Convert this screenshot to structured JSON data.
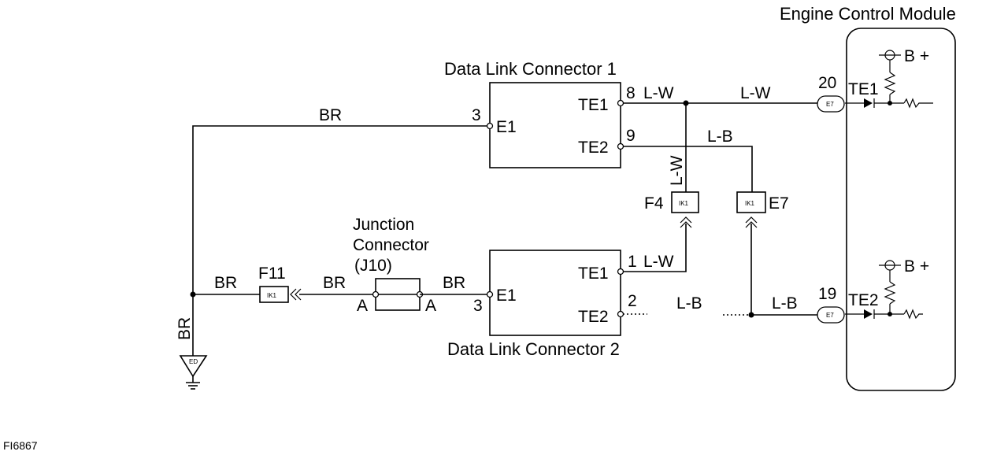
{
  "title_ecm": "Engine Control Module",
  "dlc1": {
    "title": "Data Link Connector 1",
    "e1": "E1",
    "te1": "TE1",
    "te2": "TE2",
    "pin_e1": "3",
    "pin_te1": "8",
    "pin_te2": "9"
  },
  "dlc2": {
    "title": "Data Link Connector 2",
    "e1": "E1",
    "te1": "TE1",
    "te2": "TE2",
    "pin_e1": "3",
    "pin_te1": "1",
    "pin_te2": "2"
  },
  "junction": {
    "line1": "Junction",
    "line2": "Connector",
    "line3": "(J10)",
    "pin_a_left": "A",
    "pin_a_right": "A"
  },
  "wires": {
    "br_top": "BR",
    "br_left": "BR",
    "br_mid": "BR",
    "br_right": "BR",
    "br_vertical": "BR",
    "lw_dlc1": "L-W",
    "lw_ecm": "L-W",
    "lw_vertical": "L-W",
    "lw_dlc2": "L-W",
    "lb_dlc1": "L-B",
    "lb_dlc2": "L-B",
    "lb_ecm": "L-B"
  },
  "connectors": {
    "f4": "F4",
    "e7": "E7",
    "f11": "F11",
    "ik1_f4": "IK1",
    "ik1_e7": "IK1",
    "ik1_f11": "IK1"
  },
  "ecm": {
    "pin_te1": "20",
    "pin_te2": "19",
    "te1": "TE1",
    "te2": "TE2",
    "conn_te1": "E7",
    "conn_te2": "E7",
    "bplus_top": "B +",
    "bplus_bottom": "B +"
  },
  "ground": "ED",
  "figure_id": "FI6867"
}
